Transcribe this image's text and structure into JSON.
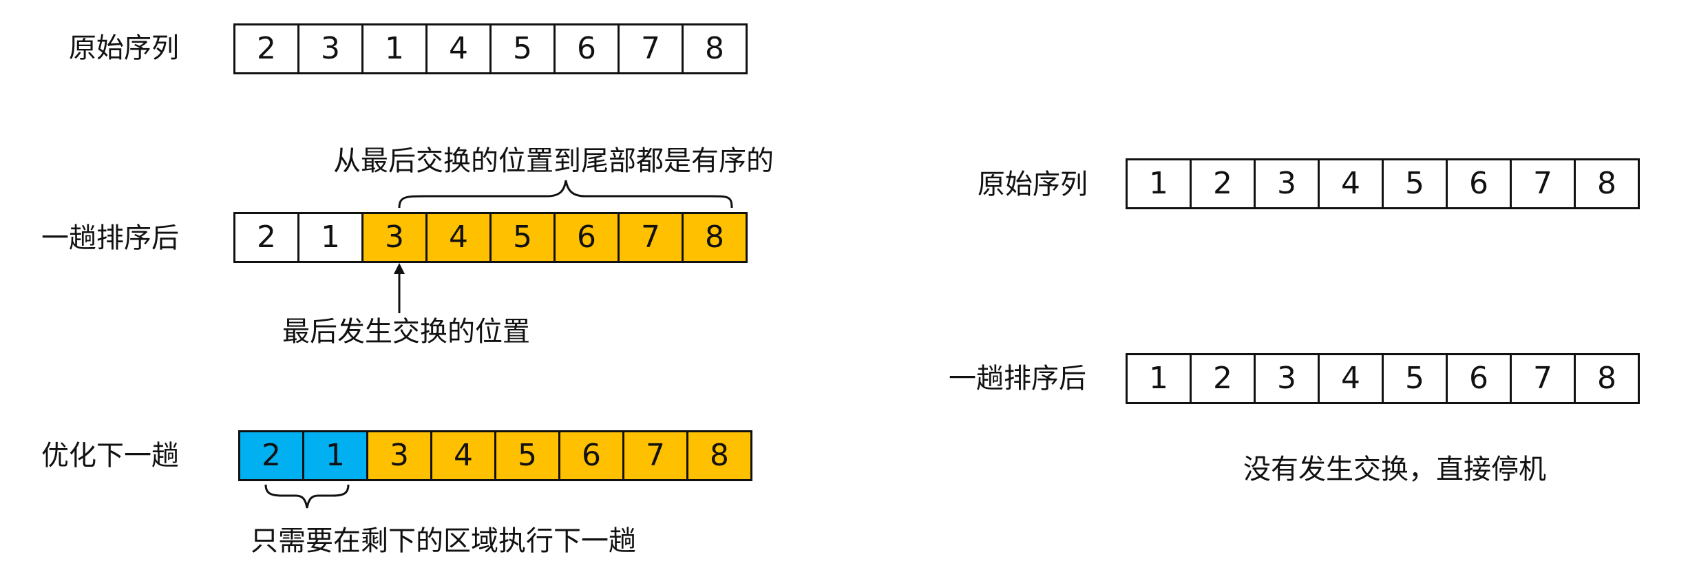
{
  "colors": {
    "highlight": "#FFC000",
    "blue": "#00B0F0",
    "border": "#111111",
    "white": "#FFFFFF"
  },
  "left": {
    "row1": {
      "label": "原始序列",
      "values": [
        "2",
        "3",
        "1",
        "4",
        "5",
        "6",
        "7",
        "8"
      ],
      "fills": [
        "white",
        "white",
        "white",
        "white",
        "white",
        "white",
        "white",
        "white"
      ]
    },
    "sorted_note": "从最后交换的位置到尾部都是有序的",
    "row2": {
      "label": "一趟排序后",
      "values": [
        "2",
        "1",
        "3",
        "4",
        "5",
        "6",
        "7",
        "8"
      ],
      "fills": [
        "white",
        "white",
        "highlight",
        "highlight",
        "highlight",
        "highlight",
        "highlight",
        "highlight"
      ]
    },
    "swap_note": "最后发生交换的位置",
    "row3": {
      "label": "优化下一趟",
      "values": [
        "2",
        "1",
        "3",
        "4",
        "5",
        "6",
        "7",
        "8"
      ],
      "fills": [
        "blue",
        "blue",
        "highlight",
        "highlight",
        "highlight",
        "highlight",
        "highlight",
        "highlight"
      ]
    },
    "region_note": "只需要在剩下的区域执行下一趟"
  },
  "right": {
    "row1": {
      "label": "原始序列",
      "values": [
        "1",
        "2",
        "3",
        "4",
        "5",
        "6",
        "7",
        "8"
      ],
      "fills": [
        "white",
        "white",
        "white",
        "white",
        "white",
        "white",
        "white",
        "white"
      ]
    },
    "row2": {
      "label": "一趟排序后",
      "values": [
        "1",
        "2",
        "3",
        "4",
        "5",
        "6",
        "7",
        "8"
      ],
      "fills": [
        "white",
        "white",
        "white",
        "white",
        "white",
        "white",
        "white",
        "white"
      ]
    },
    "note": "没有发生交换，直接停机"
  }
}
